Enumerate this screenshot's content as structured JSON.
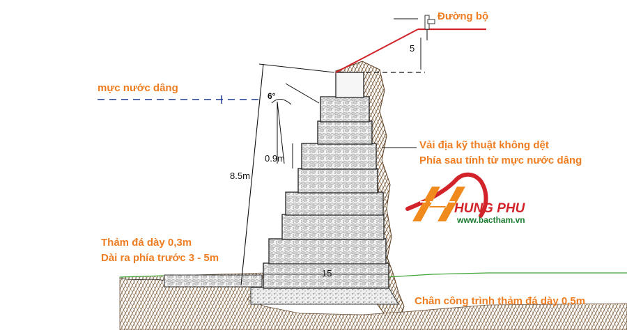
{
  "labels": {
    "road": "Đường bộ",
    "slope_ratio": "5",
    "flood_level": "mực nước dâng",
    "angle": "6°",
    "geotextile_line1": "Vải địa kỹ thuật không dệt",
    "geotextile_line2": "Phía sau tính từ mực nước dâng",
    "height": "8.5m",
    "step": "0.9m",
    "apron_line1": "Thảm đá dày 0,3m",
    "apron_line2": "Dài ra phía trước 3 - 5m",
    "base_width": "15",
    "foundation": "Chân công trình thảm đá dày 0,5m"
  },
  "logo": {
    "brand": "HUNG PHU",
    "url": "www.bactham.vn"
  },
  "colors": {
    "annotation": "#ee7d22",
    "road_line": "#d2232a",
    "water_line": "#1f3a93",
    "logo_red": "#d2232a",
    "logo_orange": "#f08a1c",
    "logo_green": "#1b7a2f",
    "ground_green": "#3fa535"
  }
}
